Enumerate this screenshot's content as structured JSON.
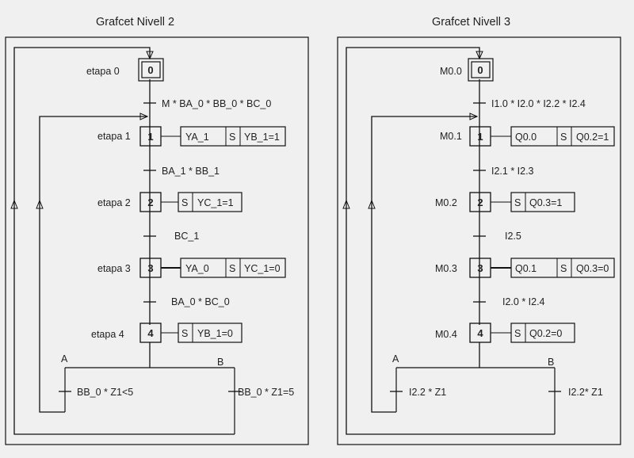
{
  "grafcet2": {
    "title": "Grafcet Nivell 2",
    "steps": [
      {
        "name": "etapa 0",
        "num": "0"
      },
      {
        "name": "etapa 1",
        "num": "1"
      },
      {
        "name": "etapa 2",
        "num": "2"
      },
      {
        "name": "etapa 3",
        "num": "3"
      },
      {
        "name": "etapa 4",
        "num": "4"
      }
    ],
    "transitions": [
      "M * BA_0 * BB_0 * BC_0",
      "BA_1 * BB_1",
      "BC_1",
      "BA_0 * BC_0"
    ],
    "actions": {
      "s1_a": "YA_1",
      "s1_q": "S",
      "s1_b": "YB_1=1",
      "s2_q": "S",
      "s2_b": "YC_1=1",
      "s3_a": "YA_0",
      "s3_q": "S",
      "s3_b": "YC_1=0",
      "s4_q": "S",
      "s4_b": "YB_1=0"
    },
    "branches": {
      "a_label": "A",
      "b_label": "B",
      "a_cond": "BB_0 * Z1<5",
      "b_cond": "BB_0 * Z1=5"
    }
  },
  "grafcet3": {
    "title": "Grafcet Nivell 3",
    "steps": [
      {
        "name": "M0.0",
        "num": "0"
      },
      {
        "name": "M0.1",
        "num": "1"
      },
      {
        "name": "M0.2",
        "num": "2"
      },
      {
        "name": "M0.3",
        "num": "3"
      },
      {
        "name": "M0.4",
        "num": "4"
      }
    ],
    "transitions": [
      "I1.0 * I2.0 * I2.2 * I2.4",
      "I2.1 * I2.3",
      "I2.5",
      "I2.0 * I2.4"
    ],
    "actions": {
      "s1_a": "Q0.0",
      "s1_q": "S",
      "s1_b": "Q0.2=1",
      "s2_q": "S",
      "s2_b": "Q0.3=1",
      "s3_a": "Q0.1",
      "s3_q": "S",
      "s3_b": "Q0.3=0",
      "s4_q": "S",
      "s4_b": "Q0.2=0"
    },
    "branches": {
      "a_label": "A",
      "b_label": "B",
      "a_cond": "I2.2 * Z1",
      "b_cond": "I2.2* Z1"
    }
  }
}
